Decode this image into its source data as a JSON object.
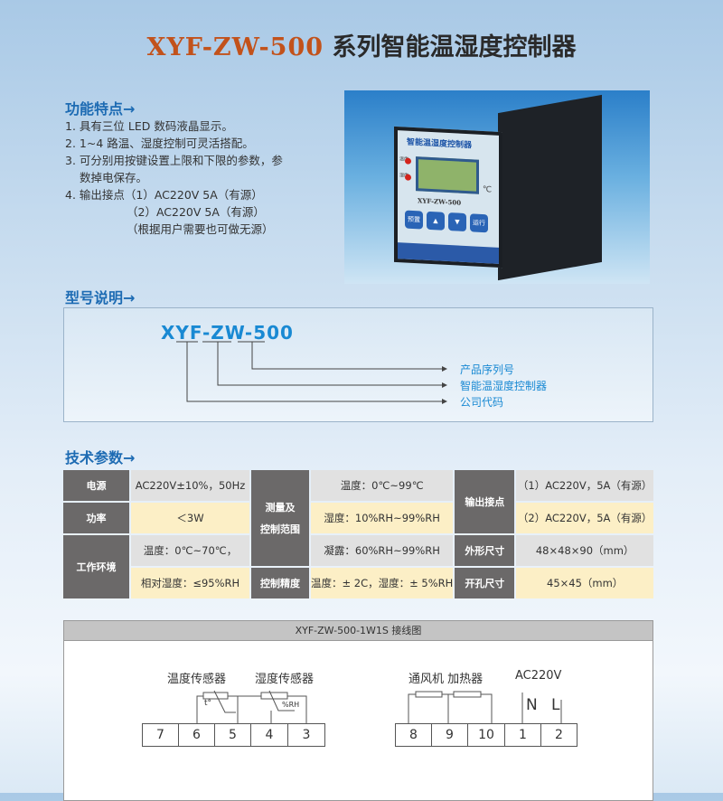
{
  "title": {
    "model": "XYF-ZW-500",
    "suffix": "系列智能温湿度控制器"
  },
  "features": {
    "heading": "功能特点→",
    "items": [
      "1. 具有三位 LED 数码液晶显示。",
      "2. 1~4 路温、湿度控制可灵活搭配。",
      "3. 可分别用按键设置上限和下限的参数，参",
      "数掉电保存。",
      "4. 输出接点（1）AC220V   5A（有源）",
      "（2）AC220V   5A（有源）",
      "（根据用户需要也可做无源）"
    ]
  },
  "device": {
    "panel_title": "智能温湿度控制器",
    "model": "XYF-ZW-500",
    "unit": "℃",
    "led_labels": [
      "温度",
      "湿度"
    ],
    "buttons": [
      "预置",
      "▲",
      "▼",
      "运行"
    ]
  },
  "model_explain": {
    "heading": "型号说明→",
    "code": "XYF-ZW-500",
    "labels": [
      "产品序列号",
      "智能温湿度控制器",
      "公司代码"
    ]
  },
  "specs": {
    "heading": "技术参数→",
    "power_label": "电源",
    "power": "AC220V±10%，50Hz",
    "watt_label": "功率",
    "watt": "＜3W",
    "env_label": "工作环境",
    "env_temp": "温度：0℃~70℃，",
    "env_hum": "相对湿度：≤95%RH",
    "range_label_1": "测量及",
    "range_label_2": "控制范围",
    "range_temp": "温度：0℃~99℃",
    "range_hum": "湿度：10%RH~99%RH",
    "range_dew": "凝露：60%RH~99%RH",
    "precision_label": "控制精度",
    "precision": "温度：± 2C，湿度：±  5%RH",
    "output_label": "输出接点",
    "output_1": "（1）AC220V，5A（有源）",
    "output_2": "（2）AC220V，5A（有源）",
    "size_label": "外形尺寸",
    "size": "48×48×90（mm）",
    "hole_label": "开孔尺寸",
    "hole": "45×45（mm）"
  },
  "wiring": {
    "title": "XYF-ZW-500-1W1S 接线图",
    "temp_sensor": "温度传感器",
    "hum_sensor": "湿度传感器",
    "t_mark": "t°",
    "rh_mark": "%RH",
    "fan_heater": "通风机 加热器",
    "ac": "AC220V",
    "n": "N",
    "l": "L",
    "left_terminals": [
      "7",
      "6",
      "5",
      "4",
      "3"
    ],
    "right_terminals": [
      "8",
      "9",
      "10",
      "1",
      "2"
    ]
  }
}
